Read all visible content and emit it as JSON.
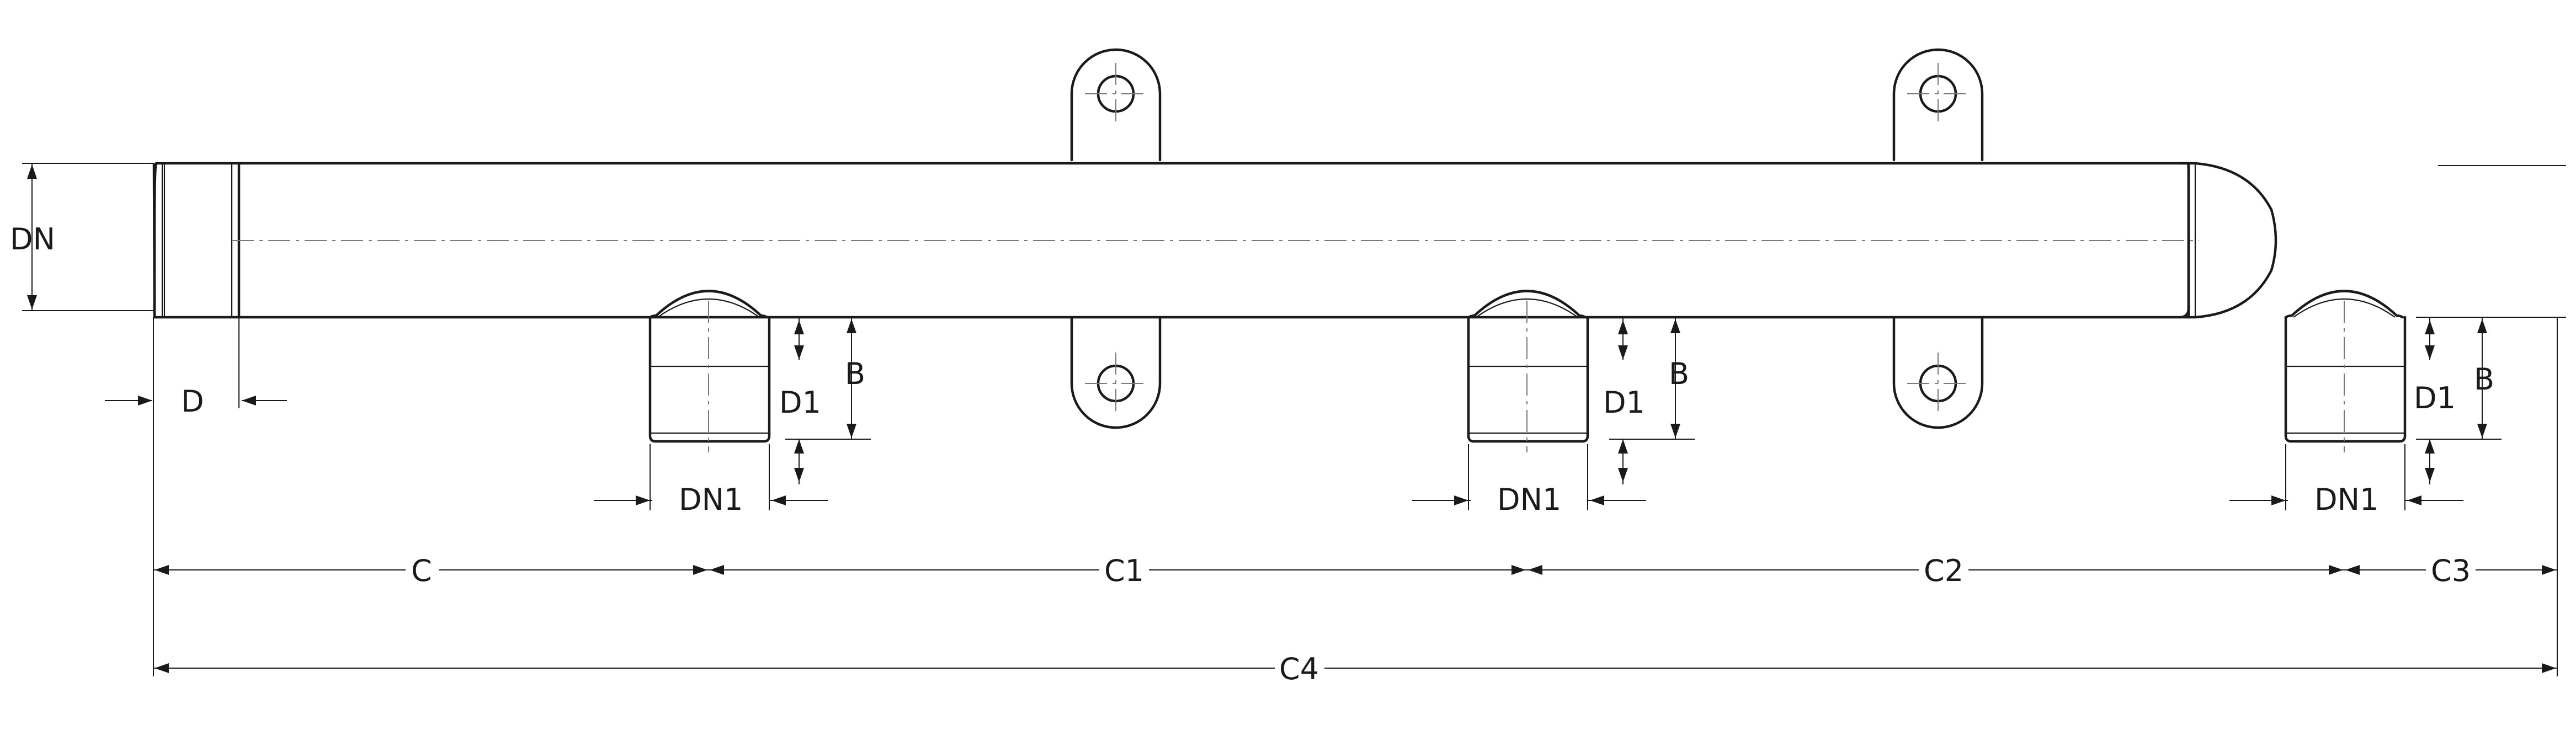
{
  "labels": {
    "dn": "DN",
    "d": "D",
    "b": "B",
    "d1": "D1",
    "dn1": "DN1",
    "c": "C",
    "c1": "C1",
    "c2": "C2",
    "c3": "C3",
    "c4": "C4"
  },
  "colors": {
    "line": "#1a1a1a",
    "centerline": "#7a7a7a",
    "background": "#ffffff"
  }
}
